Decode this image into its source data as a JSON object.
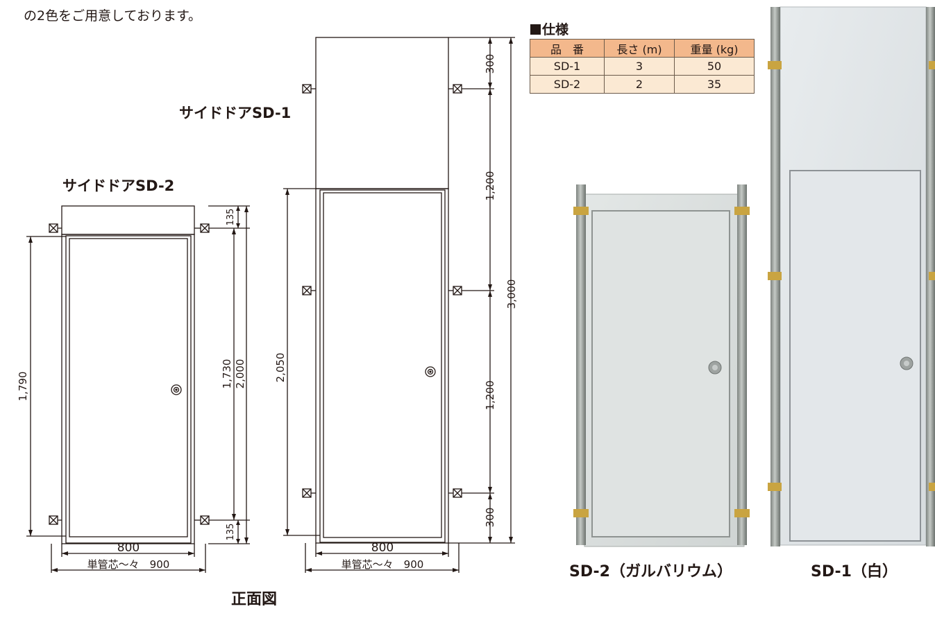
{
  "intro_text": "の2色をご用意しております。",
  "sd1_title": "サイドドアSD-1",
  "sd2_title": "サイドドアSD-2",
  "front_view_label": "正面図",
  "sd2_dims": {
    "top": "135",
    "bottom": "135",
    "left": "1,790",
    "inner": "1,730",
    "total": "2,000",
    "width": "800",
    "pitch": "単管芯〜々　900"
  },
  "sd1_dims": {
    "top": "300",
    "mid_upper": "1,200",
    "mid_lower": "1,200",
    "bottom": "300",
    "total": "3,000",
    "left": "2,050",
    "width": "800",
    "pitch": "単管芯〜々　900"
  },
  "spec": {
    "heading": "仕様",
    "headers": [
      "品　番",
      "長さ (m)",
      "重量 (kg)"
    ],
    "rows": [
      [
        "SD-1",
        "3",
        "50"
      ],
      [
        "SD-2",
        "2",
        "35"
      ]
    ]
  },
  "photo_sd2_caption": "SD-2（ガルバリウム）",
  "photo_sd1_caption": "SD-1（白）",
  "colors": {
    "table_header": "#f3b88c",
    "table_cell": "#fbe9d3",
    "line": "#231815"
  }
}
